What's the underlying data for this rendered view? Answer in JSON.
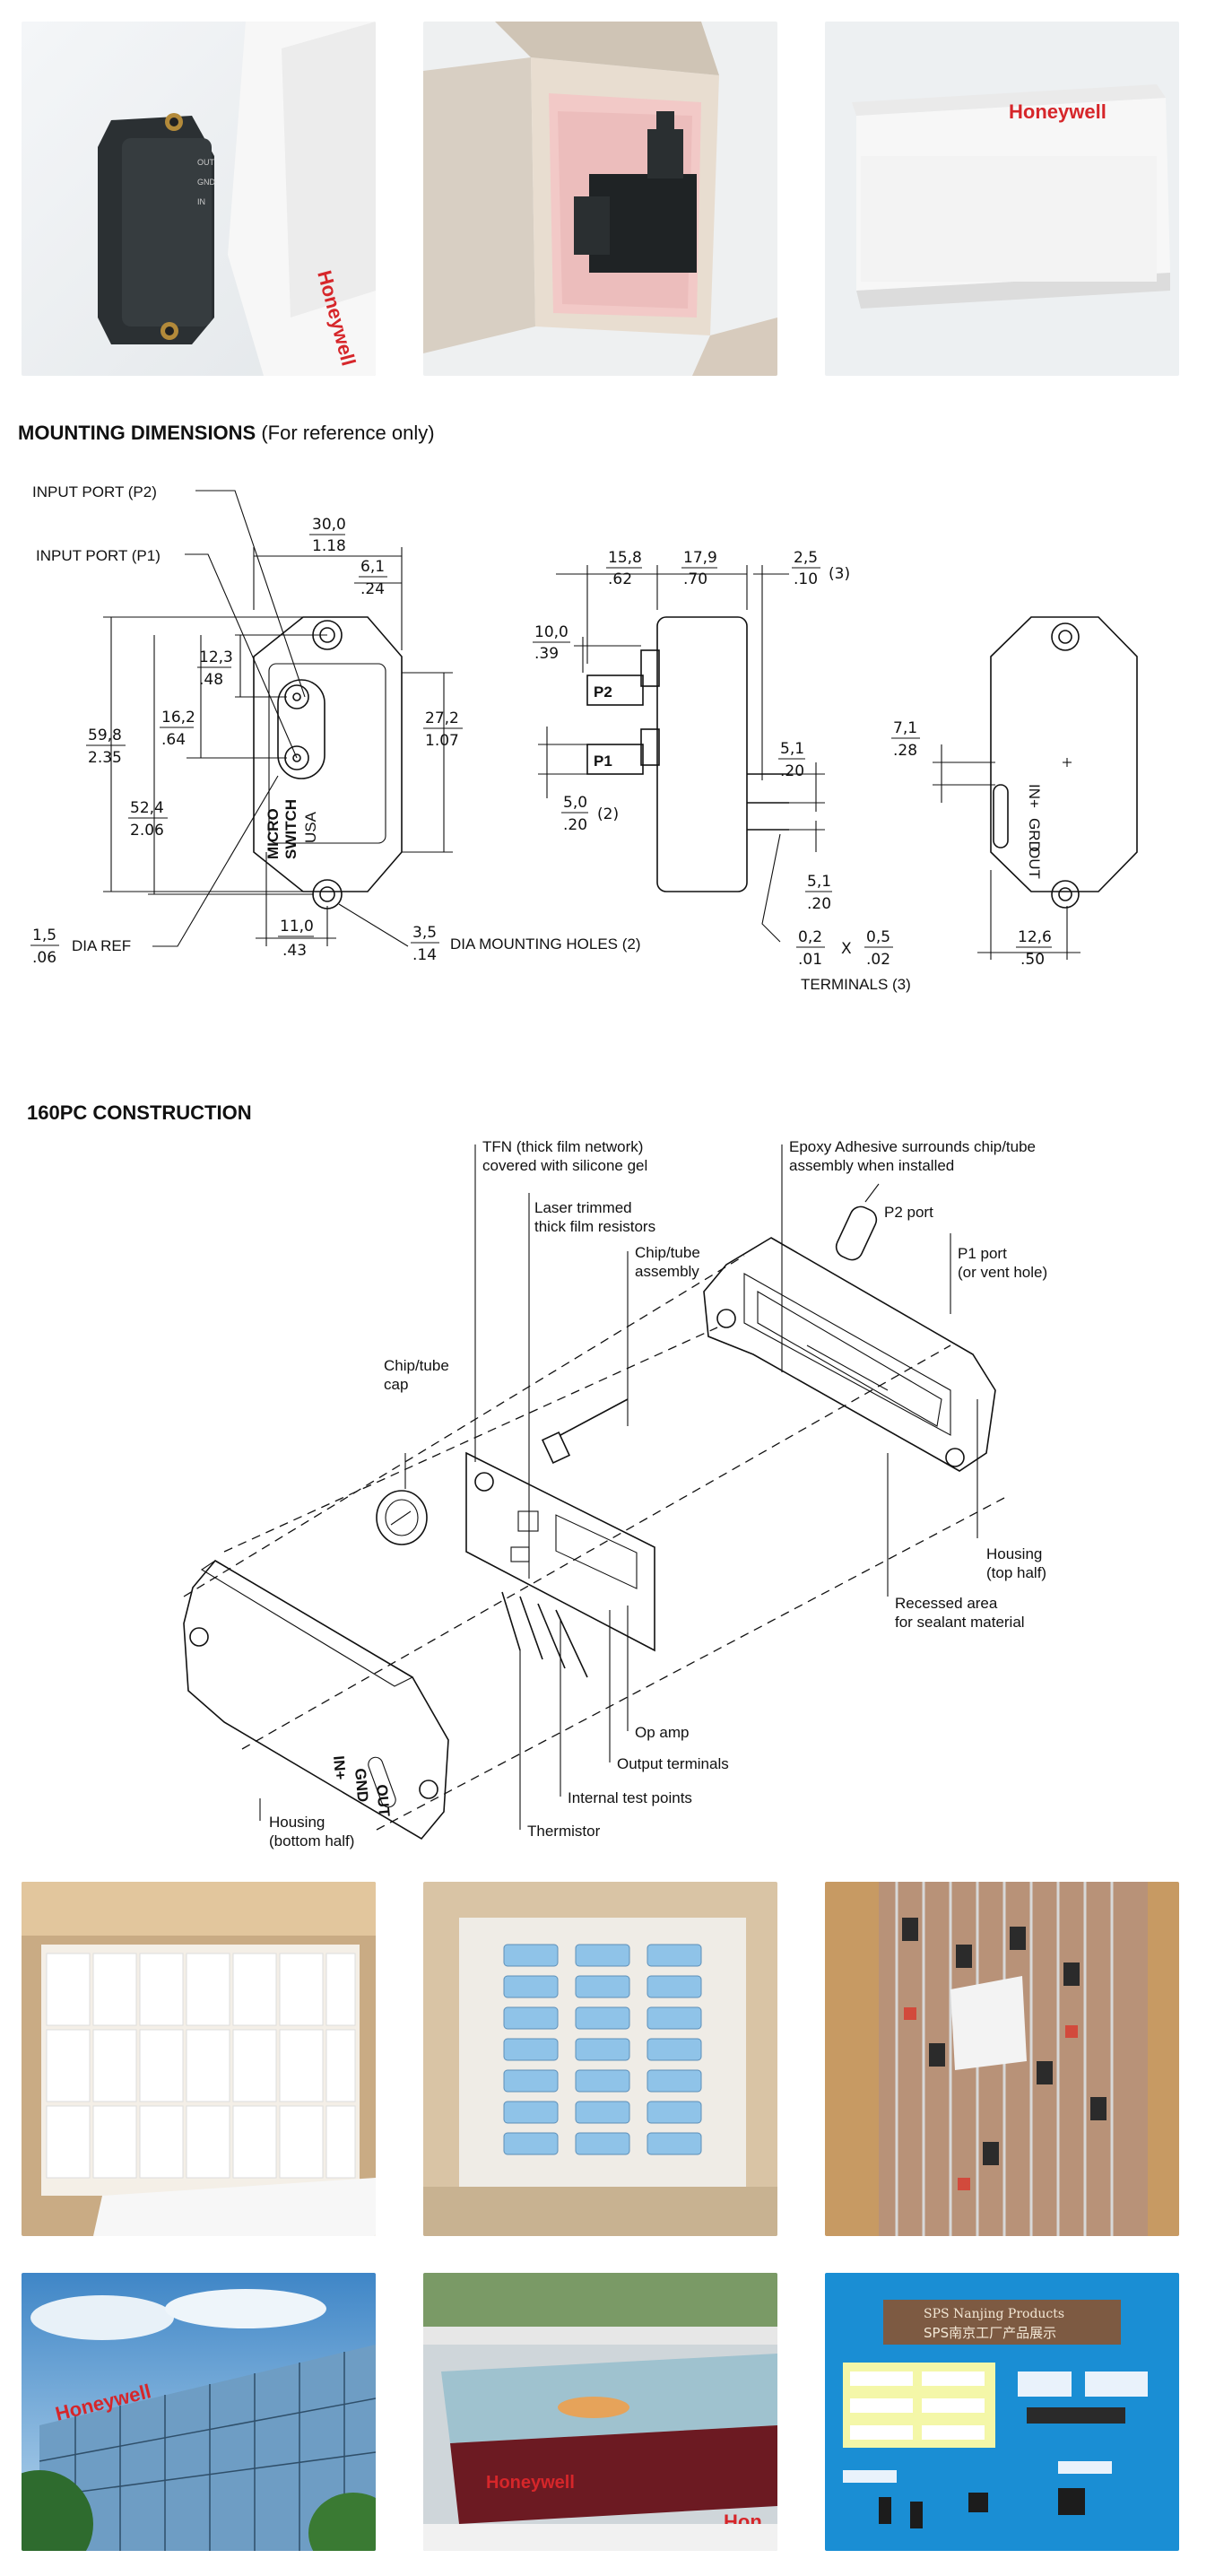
{
  "photos_top": [
    {
      "alt": "sensor-with-box"
    },
    {
      "alt": "sensor-in-open-box"
    },
    {
      "alt": "closed-box"
    }
  ],
  "box_brand": "Honeywell",
  "mounting": {
    "title": "MOUNTING DIMENSIONS",
    "subtitle": "(For reference only)",
    "labels": {
      "input_p2": "INPUT PORT (P2)",
      "input_p1": "INPUT PORT (P1)",
      "dia_ref": "DIA REF",
      "dia_mounting": "DIA MOUNTING HOLES (2)",
      "terminals": "TERMINALS (3)",
      "micro": "MICRO",
      "switch": "SWITCH",
      "usa": "USA",
      "p2": "P2",
      "p1": "P1",
      "out": "OUT",
      "grd": "GRD",
      "in": "IN+",
      "x": "X",
      "n2": "(2)",
      "n3": "(3)"
    },
    "dims": {
      "d30": "30,0",
      "d118": "1.18",
      "d61": "6,1",
      "d24": ".24",
      "d123": "12,3",
      "d48": ".48",
      "d162": "16,2",
      "d64": ".64",
      "d598": "59,8",
      "d235": "2.35",
      "d524": "52,4",
      "d206": "2.06",
      "d272": "27,2",
      "d107": "1.07",
      "d15a": "1,5",
      "d06": ".06",
      "d110": "11,0",
      "d43": ".43",
      "d35": "3,5",
      "d14": ".14",
      "d158": "15,8",
      "d62": ".62",
      "d179": "17,9",
      "d70": ".70",
      "d25": "2,5",
      "d10": ".10",
      "d100": "10,0",
      "d39": ".39",
      "d50": "5,0",
      "d20a": ".20",
      "d51a": "5,1",
      "d20b": ".20",
      "d51b": "5,1",
      "d20c": ".20",
      "d02": "0,2",
      "d01": ".01",
      "d05": "0,5",
      "d02b": ".02",
      "d71": "7,1",
      "d28": ".28",
      "d126": "12,6",
      "d50b": ".50"
    }
  },
  "construction": {
    "title": "160PC CONSTRUCTION",
    "callouts": {
      "tfn1": "TFN (thick film network)",
      "tfn2": "covered with silicone gel",
      "laser1": "Laser trimmed",
      "laser2": "thick film resistors",
      "chip1": "Chip/tube",
      "chip2": "assembly",
      "epoxy1": "Epoxy Adhesive surrounds chip/tube",
      "epoxy2": "assembly when installed",
      "p2port": "P2 port",
      "p1port1": "P1 port",
      "p1port2": "(or vent hole)",
      "cap1": "Chip/tube",
      "cap2": "cap",
      "housing_top1": "Housing",
      "housing_top2": "(top half)",
      "recess1": "Recessed area",
      "recess2": "for sealant material",
      "opamp": "Op amp",
      "output": "Output terminals",
      "internal": "Internal test points",
      "thermistor": "Thermistor",
      "housing_bot1": "Housing",
      "housing_bot2": "(bottom half)",
      "out": "OUT",
      "gnd": "GND",
      "in": "IN+"
    }
  },
  "photos_middle": [
    {
      "alt": "boxes-in-carton"
    },
    {
      "alt": "blue-reels-in-carton"
    },
    {
      "alt": "sensors-in-tubes"
    }
  ],
  "photos_bottom": [
    {
      "alt": "honeywell-building"
    },
    {
      "alt": "showroom-counter"
    },
    {
      "alt": "sps-products-display"
    }
  ],
  "bottom_texts": {
    "building_brand": "Honeywell",
    "counter_brand": "Honeywell",
    "counter_brand2": "Hon",
    "sps_title1": "SPS Nanjing Products",
    "sps_title2": "SPS南京工厂产品展示"
  }
}
